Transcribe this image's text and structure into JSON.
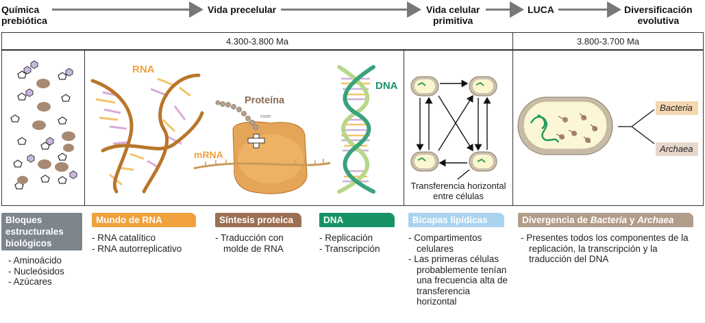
{
  "timeline": {
    "stages": [
      {
        "label": "Química\nprebiótica"
      },
      {
        "label": "Vida precelular"
      },
      {
        "label": "Vida celular\nprimitiva"
      },
      {
        "label": "LUCA"
      },
      {
        "label": "Diversificación\nevolutiva"
      }
    ],
    "ranges": [
      "4.300-3.800 Ma",
      "3.800-3.700 Ma"
    ]
  },
  "illustrations": {
    "rna_label": "RNA",
    "protein_label": "Proteína",
    "mrna_label": "mRNA",
    "dna_label": "DNA",
    "cooh_label": "COOH",
    "transfer_caption": "Transferencia horizontal\nentre células",
    "bacteria_label": "Bacteria",
    "archaea_label": "Archaea"
  },
  "categories": [
    {
      "title": "Bloques\nestructurales\nbiológicos",
      "color": "#7d858d",
      "items": [
        "Aminoácido",
        "Nucleósidos",
        "Azúcares"
      ]
    },
    {
      "title": "Mundo de RNA",
      "color": "#f0a03c",
      "items": [
        "RNA catalítico",
        "RNA autorreplicativo"
      ]
    },
    {
      "title": "Síntesis proteica",
      "color": "#9b6f53",
      "items": [
        "Traducción con molde de RNA"
      ]
    },
    {
      "title": "DNA",
      "color": "#199366",
      "items": [
        "Replicación",
        "Transcripción"
      ]
    },
    {
      "title": "Bicapas lipídicas",
      "color": "#a9d3ee",
      "items": [
        "Compartimentos celulares",
        "Las primeras células probablemente tenían una frecuencia alta de transferencia horizontal"
      ]
    },
    {
      "title_prefix": "Divergencia de ",
      "title_em1": "Bacteria",
      "title_mid": " y ",
      "title_em2": "Archaea",
      "color": "#b29c8a",
      "items": [
        "Presentes todos los componentes de la replicación, la transcripción y la traducción del DNA"
      ]
    }
  ]
}
